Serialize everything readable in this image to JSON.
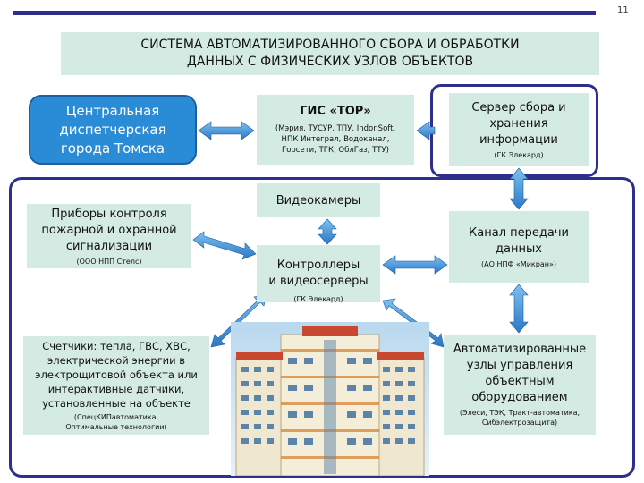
{
  "page_number": "11",
  "title": {
    "line1": "СИСТЕМА АВТОМАТИЗИРОВАННОГО СБОРА И ОБРАБОТКИ",
    "line2": "ДАННЫХ С ФИЗИЧЕСКИХ УЗЛОВ ОБЪЕКТОВ"
  },
  "central": {
    "line1": "Центральная",
    "line2": "диспетчерская",
    "line3": "города Томска"
  },
  "gis": {
    "title": "ГИС «ТОР»",
    "line1": "(Мэрия, ТУСУР, ТПУ, Indor.Soft,",
    "line2": "НПК Интеграл, Водоканал,",
    "line3": "Горсети, ТГК, ОблГаз, ТТУ)"
  },
  "server": {
    "line1": "Сервер сбора и",
    "line2": "хранения",
    "line3": "информации",
    "sub": "(ГК Элекард)"
  },
  "fire": {
    "line1": "Приборы контроля",
    "line2": "пожарной и охранной",
    "line3": "сигнализации",
    "sub": "(ООО НПП Стелс)"
  },
  "video": {
    "label": "Видеокамеры"
  },
  "controllers": {
    "line1": "Контроллеры",
    "line2": "и видеосерверы",
    "sub": "(ГК Элекард)"
  },
  "canal": {
    "line1": "Канал передачи",
    "line2": "данных",
    "sub": "(АО НПФ «Микран»)"
  },
  "meters": {
    "line1": "Счетчики: тепла, ГВС, ХВС,",
    "line2": "электрической энергии в",
    "line3": "электрощитовой объекта или",
    "line4": "интерактивные датчики,",
    "line5": "установленные на объекте",
    "sub1": "(СпецКИПавтоматика,",
    "sub2": "Оптимальные технологии)"
  },
  "auto": {
    "line1": "Автоматизированные",
    "line2": "узлы управления",
    "line3": "объектным",
    "line4": "оборудованием",
    "sub1": "(Элеси, ТЭК, Тракт-автоматика,",
    "sub2": "Сибэлектрозащита)"
  },
  "colors": {
    "box_fill": "#d4ebe3",
    "frame": "#2e2f8a",
    "central_fill": "#2a8bd6",
    "arrow_fill": "#3b8fd9"
  },
  "icons": [
    "double-arrow-icon",
    "building-photo"
  ]
}
